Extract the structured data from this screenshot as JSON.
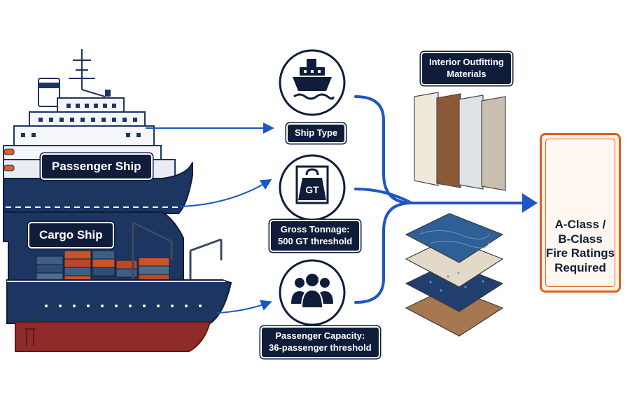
{
  "ship_labels": {
    "passenger": "Passenger Ship",
    "cargo": "Cargo Ship"
  },
  "criteria": [
    {
      "icon": "ship-icon",
      "lines": [
        "Ship Type"
      ]
    },
    {
      "icon": "gt-weight-icon",
      "icon_text": "GT",
      "lines": [
        "Gross Tonnage:",
        "500 GT threshold"
      ]
    },
    {
      "icon": "people-icon",
      "lines": [
        "Passenger Capacity:",
        "36-passenger threshold"
      ]
    }
  ],
  "materials": {
    "title_lines": [
      "Interior Outfitting",
      "Materials"
    ],
    "panel_colors": [
      "#efe9dc",
      "#8a5a36",
      "#dfe2e6",
      "#c9bfae"
    ],
    "floor_colors": [
      "#2f5f97",
      "#e3d9c8",
      "#203f6f",
      "#a7784f"
    ]
  },
  "result": {
    "icon": "fire-shield-icon",
    "lines": [
      "A-Class /",
      "B-Class",
      "Fire Ratings",
      "Required"
    ]
  },
  "colors": {
    "navy": "#0f1d3a",
    "hull_blue": "#1c3561",
    "arrow_blue": "#1f56c6",
    "accent_orange": "#e0601c",
    "hull_red": "#8e2a28"
  }
}
